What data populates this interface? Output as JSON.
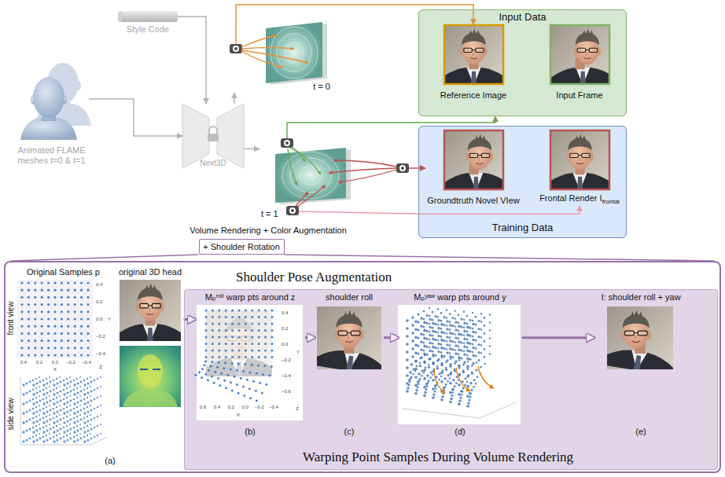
{
  "diagram": {
    "nodes": [
      {
        "text": [
          "Style Code"
        ]
      },
      {
        "text": [
          "Animated FLAME meshes t=0 & t=1"
        ]
      },
      {
        "text": [
          "Next3D"
        ]
      },
      {
        "text": [
          "t = 0"
        ]
      },
      {
        "text": [
          "t = 1"
        ]
      },
      {
        "text": [
          "Input Data"
        ]
      },
      {
        "text": [
          "Reference Image"
        ],
        "in": 5
      },
      {
        "text": [
          "Input Frame"
        ],
        "in": 5
      },
      {
        "text": [
          "Training Data"
        ]
      },
      {
        "text": [
          "Groundtruth Novel VIew"
        ],
        "in": 8
      },
      {
        "text": [
          "Frontal Render I",
          "frontal"
        ],
        "in": 8
      },
      {
        "text": [
          "+ Shoulder Rotation"
        ]
      },
      {
        "text": [
          "Shoulder Pose Augmentation"
        ]
      },
      {
        "text": [
          "Original Samples p"
        ],
        "in": 12
      },
      {
        "text": [
          "original 3D head"
        ],
        "in": 12
      },
      {
        "text": [
          "Warping Point Samples During Volume Rendering"
        ],
        "in": 12
      },
      {
        "text": [
          "Mₚʳᵒˡˡ warp pts around z",
          "(b)"
        ],
        "in": 15
      },
      {
        "text": [
          "shoulder roll",
          "(c)"
        ],
        "in": 15
      },
      {
        "text": [
          "Mₚʸᵃʷ warp pts around y",
          "(d)"
        ],
        "in": 15
      },
      {
        "text": [
          "I: shoulder roll + yaw",
          "(e)"
        ],
        "in": 15
      }
    ],
    "edges": [
      {
        "from": 0,
        "to": 2,
        "arrow": "to"
      },
      {
        "from": 1,
        "to": 2,
        "arrow": "to"
      },
      {
        "from": 2,
        "to": 3,
        "arrow": "to"
      },
      {
        "from": 2,
        "to": 4,
        "arrow": "to"
      },
      {
        "from": 3,
        "to": 6,
        "arrow": "to"
      },
      {
        "from": 4,
        "to": 5,
        "arrow": "to"
      },
      {
        "from": 4,
        "to": 9,
        "arrow": "to"
      },
      {
        "from": 4,
        "to": 10,
        "arrow": "to"
      },
      {
        "from": 11,
        "to": 12,
        "arrow": "none"
      },
      {
        "from": 14,
        "to": 16,
        "arrow": "to"
      },
      {
        "from": 16,
        "to": 17,
        "arrow": "to"
      },
      {
        "from": 17,
        "to": 18,
        "arrow": "to"
      },
      {
        "from": 18,
        "to": 19,
        "arrow": "to"
      }
    ],
    "labels": [
      "Volume Rendering + Color Augmentation",
      "front view",
      "side view",
      "(a)",
      "0.4",
      "0.2",
      "0.0",
      "−0.2",
      "−0.4",
      "Y",
      "0.4",
      "0.2",
      "0.0",
      "−0.2",
      "−0.4",
      "X",
      "Z",
      "0.4",
      "0.2",
      "0.0",
      "−0.2",
      "−0.4",
      "−0.6",
      "Y",
      "0.6",
      "0.4",
      "0.2",
      "0.0",
      "−0.2",
      "−0.4",
      "X",
      "Z"
    ]
  }
}
